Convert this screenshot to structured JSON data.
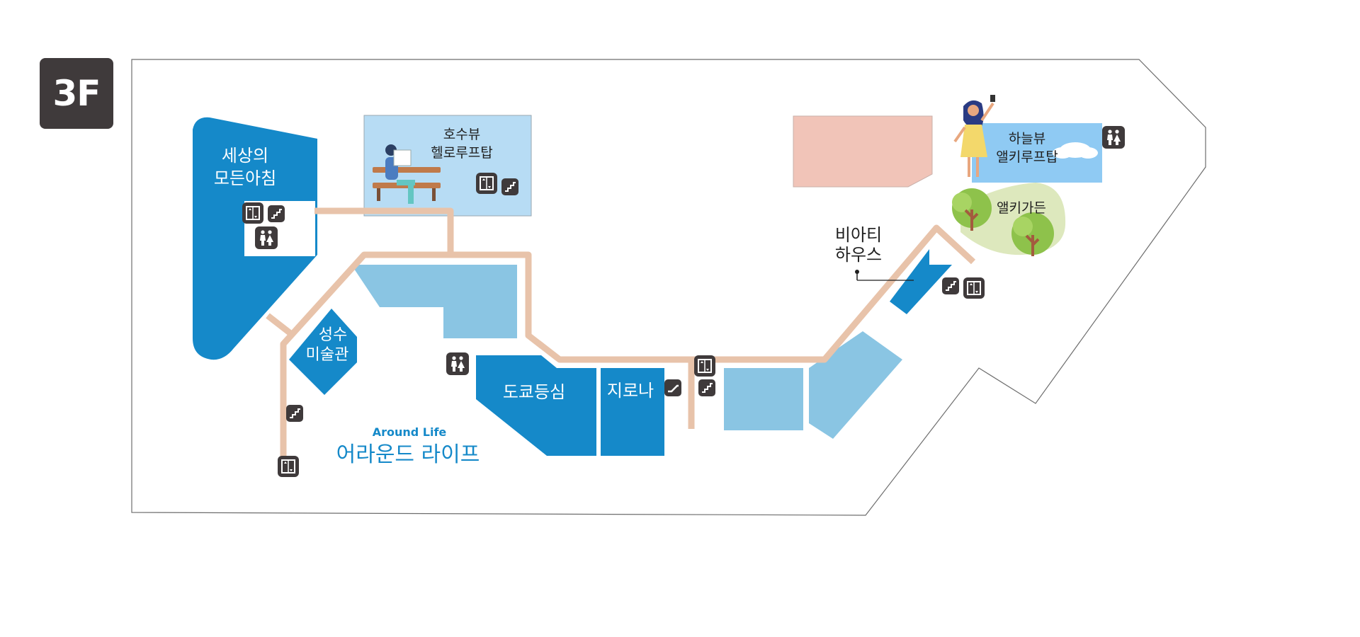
{
  "floor": {
    "label": "3F"
  },
  "stores": {
    "morning": {
      "line1": "세상의",
      "line2": "모든아침"
    },
    "lakeview": {
      "line1": "호수뷰",
      "line2": "헬로루프탑"
    },
    "skyview": {
      "line1": "하늘뷰",
      "line2": "앨키루프탑"
    },
    "garden": {
      "label": "앨키가든"
    },
    "beauty": {
      "line1": "비아티",
      "line2": "하우스"
    },
    "museum": {
      "line1": "성수",
      "line2": "미술관"
    },
    "tokyo": {
      "label": "도쿄등심"
    },
    "jirona": {
      "label": "지로나"
    }
  },
  "aroundlife": {
    "en": "Around Life",
    "ko": "어라운드 라이프"
  },
  "colors": {
    "store_dark": "#1589c9",
    "store_light": "#8ac5e3",
    "rooftop": "#b7dcf4",
    "rooftop_sky": "#8fcaf3",
    "pink": "#f1c4b8",
    "walkway": "#e8c3aa",
    "garden": "#dde8bd",
    "badge": "#3f3a3b",
    "accent_text": "#1589c9"
  },
  "icons": [
    "elevator-icon",
    "stairs-icon",
    "restroom-icon",
    "escalator-icon"
  ]
}
